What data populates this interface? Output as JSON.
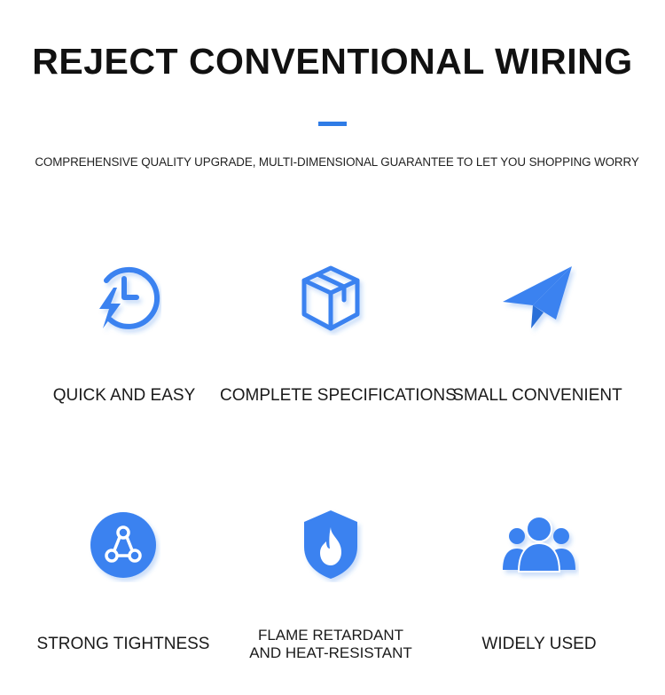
{
  "header": {
    "title": "REJECT CONVENTIONAL WIRING",
    "subtitle": "COMPREHENSIVE QUALITY UPGRADE, MULTI-DIMENSIONAL GUARANTEE TO LET YOU SHOPPING WORRY"
  },
  "colors": {
    "accent": "#2f7ce6",
    "icon_blue": "#3b82f0",
    "text": "#111111",
    "background": "#ffffff"
  },
  "features": [
    {
      "label": "QUICK AND EASY",
      "icon": "fast-clock-icon"
    },
    {
      "label": "COMPLETE SPECIFICATIONS",
      "icon": "package-box-icon"
    },
    {
      "label": "SMALL CONVENIENT",
      "icon": "paper-plane-icon"
    },
    {
      "label": "STRONG TIGHTNESS",
      "icon": "connection-nodes-icon"
    },
    {
      "label_line1": "FLAME RETARDANT",
      "label_line2": "AND HEAT-RESISTANT",
      "icon": "flame-shield-icon"
    },
    {
      "label": "WIDELY USED",
      "icon": "user-group-icon"
    }
  ]
}
